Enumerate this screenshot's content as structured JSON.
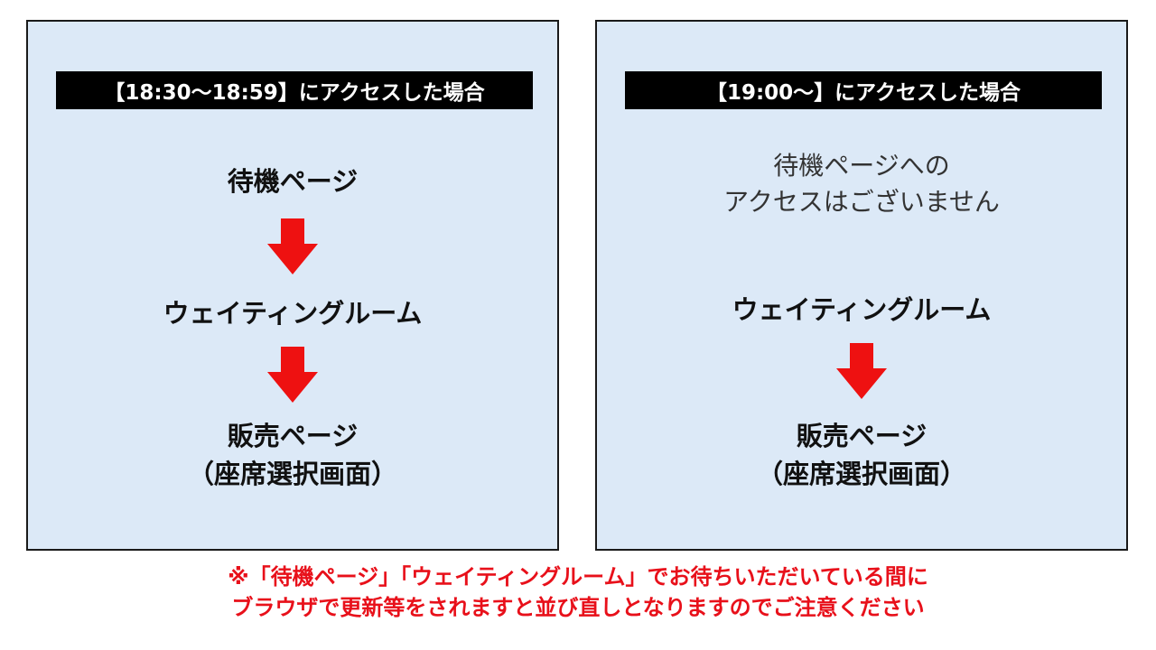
{
  "left_panel": {
    "header": "【18:30～18:59】にアクセスした場合",
    "steps": [
      "待機ページ",
      "ウェイティングルーム",
      "販売ページ",
      "（座席選択画面）"
    ]
  },
  "right_panel": {
    "header": "【19:00～】にアクセスした場合",
    "note_lines": [
      "待機ページへの",
      "アクセスはございません"
    ],
    "steps": [
      "ウェイティングルーム",
      "販売ページ",
      "（座席選択画面）"
    ]
  },
  "footnote": {
    "line1": "※「待機ページ」「ウェイティングルーム」でお待ちいただいている間に",
    "line2": "ブラウザで更新等をされますと並び直しとなりますのでご注意ください"
  },
  "colors": {
    "panel_bg": "#dce9f7",
    "arrow": "#ee1111",
    "footnote": "#e8101a",
    "header_bg": "#000000"
  },
  "icons": {
    "flow_arrow": "down-arrow-icon"
  }
}
